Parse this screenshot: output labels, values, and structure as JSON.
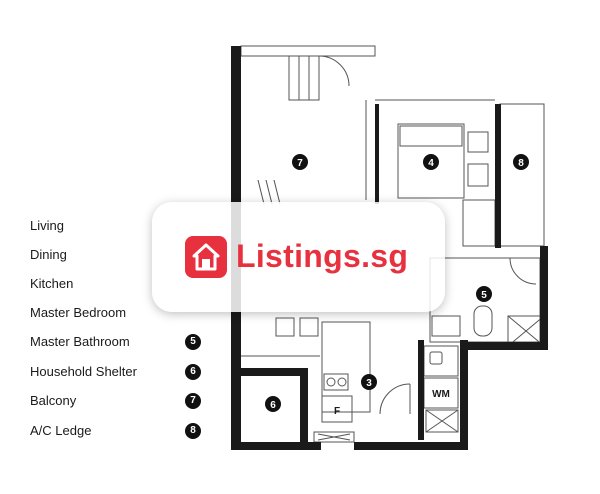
{
  "legend": [
    {
      "label": "Living",
      "badge": ""
    },
    {
      "label": "Dining",
      "badge": ""
    },
    {
      "label": "Kitchen",
      "badge": ""
    },
    {
      "label": "Master Bedroom",
      "badge": ""
    },
    {
      "label": "Master Bathroom",
      "badge": "5"
    },
    {
      "label": "Household Shelter",
      "badge": "6"
    },
    {
      "label": "Balcony",
      "badge": "7"
    },
    {
      "label": "A/C Ledge",
      "badge": "8"
    }
  ],
  "plan_markers": {
    "balcony": "7",
    "bedroom": "4",
    "ac_ledge": "8",
    "bathroom": "5",
    "kitchen": "3",
    "shelter": "6"
  },
  "plan_labels": {
    "fridge": "F",
    "washer": "WM"
  },
  "watermark": {
    "text": "Listings.sg"
  },
  "colors": {
    "wall": "#1a1a1a",
    "brand": "#e8313f"
  }
}
